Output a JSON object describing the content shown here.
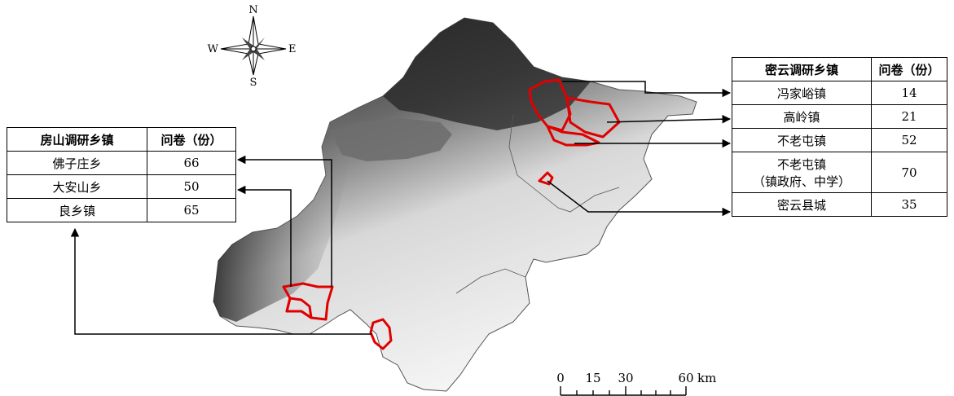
{
  "compass": {
    "north": "N",
    "south": "S",
    "east": "E",
    "west": "W"
  },
  "scale_bar": {
    "ticks": [
      "0",
      "15",
      "30",
      "60"
    ],
    "unit": "km"
  },
  "fangshan_table": {
    "header_town": "房山调研乡镇",
    "header_count": "问卷（份）",
    "rows": [
      {
        "town": "佛子庄乡",
        "count": "66"
      },
      {
        "town": "大安山乡",
        "count": "50"
      },
      {
        "town": "良乡镇",
        "count": "65"
      }
    ]
  },
  "miyun_table": {
    "header_town": "密云调研乡镇",
    "header_count": "问卷（份）",
    "rows": [
      {
        "town": "冯家峪镇",
        "count": "14"
      },
      {
        "town": "高岭镇",
        "count": "21"
      },
      {
        "town": "不老屯镇",
        "count": "52"
      },
      {
        "town": "不老屯镇",
        "town_note": "（镇政府、中学）",
        "count": "70"
      },
      {
        "town": "密云县城",
        "count": "35"
      }
    ]
  },
  "colors": {
    "study_area_outline": "#e00000",
    "elevation_high": "#1a1a1a",
    "elevation_low": "#f2f2f2",
    "reservoir": "#6e6e6e"
  }
}
